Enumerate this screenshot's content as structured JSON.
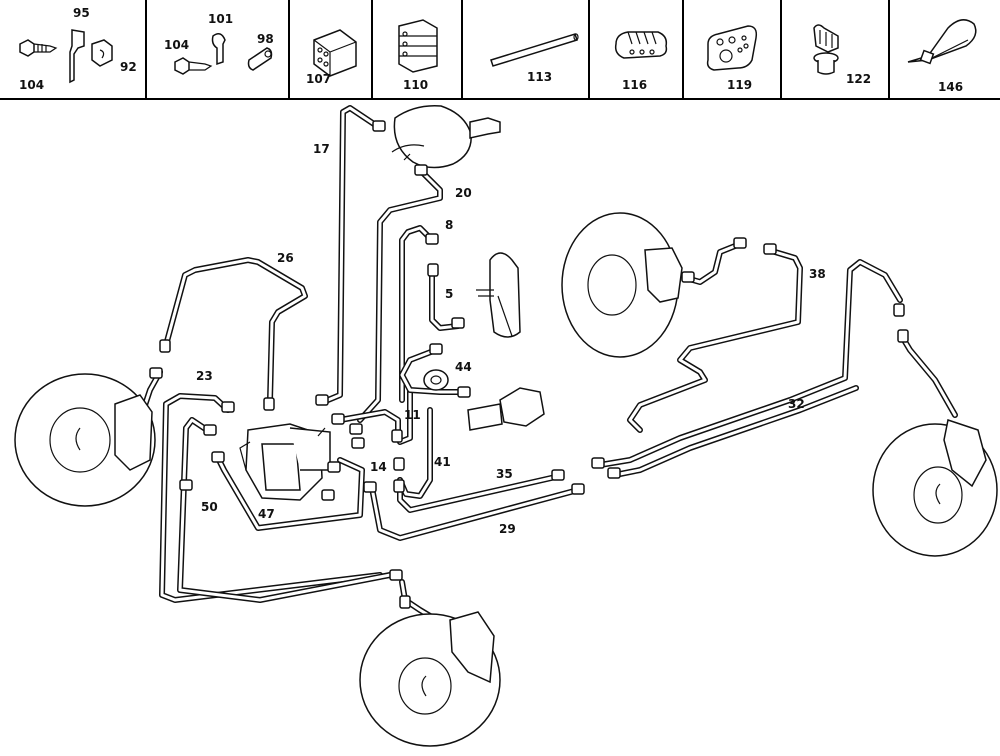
{
  "diagram_title": "Brake line routing diagram",
  "parts_strip": [
    {
      "id": "cell-1",
      "items": [
        {
          "ref": "95",
          "desc": "bracket"
        },
        {
          "ref": "104",
          "desc": "hex screw"
        },
        {
          "ref": "92",
          "desc": "clip nut"
        }
      ]
    },
    {
      "id": "cell-2",
      "items": [
        {
          "ref": "101",
          "desc": "pipe clip"
        },
        {
          "ref": "104",
          "desc": "hex screw"
        },
        {
          "ref": "98",
          "desc": "sleeve"
        }
      ]
    },
    {
      "id": "cell-3",
      "items": [
        {
          "ref": "107",
          "desc": "4-way pipe holder"
        }
      ]
    },
    {
      "id": "cell-4",
      "items": [
        {
          "ref": "110",
          "desc": "stacked pipe holder"
        }
      ]
    },
    {
      "id": "cell-5",
      "items": [
        {
          "ref": "113",
          "desc": "protective hose"
        }
      ]
    },
    {
      "id": "cell-6",
      "items": [
        {
          "ref": "116",
          "desc": "3-way pipe clip"
        }
      ]
    },
    {
      "id": "cell-7",
      "items": [
        {
          "ref": "119",
          "desc": "holder plate"
        }
      ]
    },
    {
      "id": "cell-8",
      "items": [
        {
          "ref": "122",
          "desc": "expanding clip"
        }
      ]
    },
    {
      "id": "cell-9",
      "items": [
        {
          "ref": "146",
          "desc": "cable tie"
        }
      ]
    }
  ],
  "callouts": {
    "c17": "17",
    "c20": "20",
    "c8": "8",
    "c5": "5",
    "c26": "26",
    "c44": "44",
    "c23": "23",
    "c11": "11",
    "c14": "14",
    "c41": "41",
    "c50": "50",
    "c47": "47",
    "c35": "35",
    "c29": "29",
    "c38": "38",
    "c32": "32"
  },
  "components": {
    "brake_booster": "brake booster / master cylinder",
    "reservoir": "brake fluid reservoir",
    "hydraulic_unit": "ABS hydraulic unit",
    "accumulator": "pressure accumulator",
    "front_left_disc": "front left brake disc",
    "front_right_disc": "front right brake disc",
    "rear_left_disc": "rear left brake disc",
    "rear_right_disc": "rear right brake disc"
  }
}
